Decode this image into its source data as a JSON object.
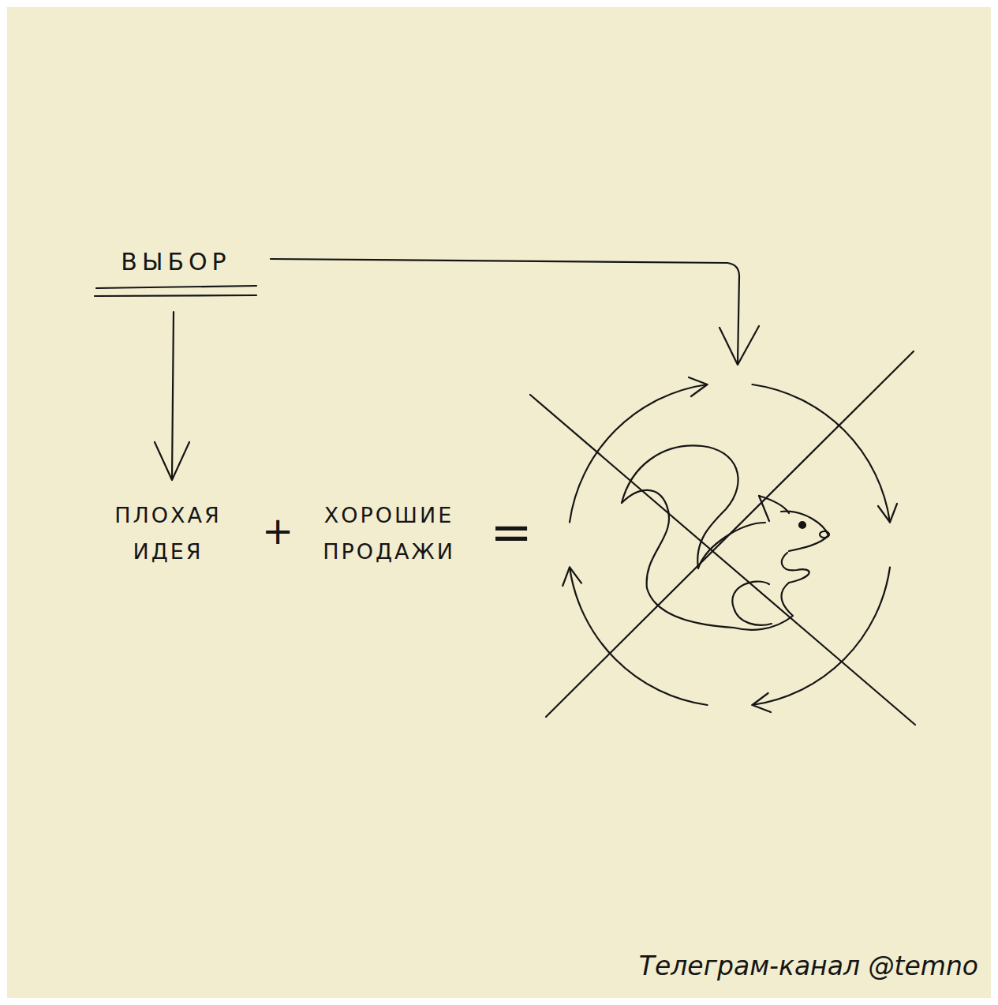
{
  "diagram": {
    "labels": [
      "ВЫБОР",
      "ПЛОХАЯ ИДЕЯ",
      "+",
      "ХОРОШИЕ ПРОДАЖИ",
      "=",
      "Телеграм-канал @temno"
    ]
  }
}
